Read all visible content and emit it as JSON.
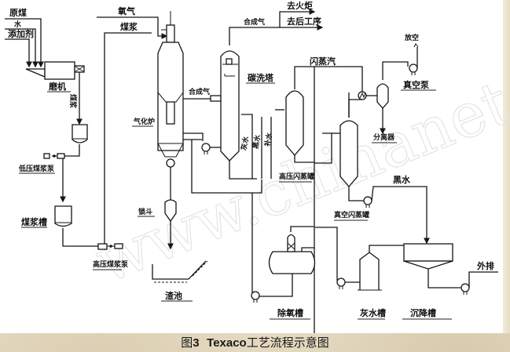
{
  "figure": {
    "caption_prefix": "图",
    "caption_number": "3",
    "caption_brand": "Texaco",
    "caption_text": "工艺流程示意图",
    "watermark": "www.chinanet"
  },
  "inputs": {
    "raw_coal": "原煤",
    "water": "水",
    "additive": "添加剂",
    "oxygen": "氧气",
    "coal_slurry_line": "煤浆"
  },
  "equipment": {
    "mill": "磨机",
    "slurry_label": "煤浆",
    "low_pressure_pump": "低压煤浆泵",
    "slurry_tank": "煤浆槽",
    "high_pressure_pump": "高压煤浆泵",
    "gasifier": "气化炉",
    "lock_hopper": "锁斗",
    "slag_pool": "渣池",
    "scrubber": "碳洗塔",
    "hp_flash_drum": "高压闪蒸罐",
    "vacuum_flash_drum": "真空闪蒸罐",
    "condensate_separator": "分离器",
    "vacuum_pump": "真空泵",
    "deaerator": "除氧槽",
    "grey_water_tank": "灰水槽",
    "settler": "沉降槽"
  },
  "streams": {
    "syngas_1": "合成气",
    "syngas_2": "合成气",
    "to_flare": "去火炬",
    "to_downstream": "去后工序",
    "flash_steam": "闪蒸汽",
    "vent": "放空",
    "black_water": "黑水",
    "discharge": "外排",
    "recycle_1": "灰水",
    "recycle_2": "黑水",
    "recycle_3": "补水"
  }
}
